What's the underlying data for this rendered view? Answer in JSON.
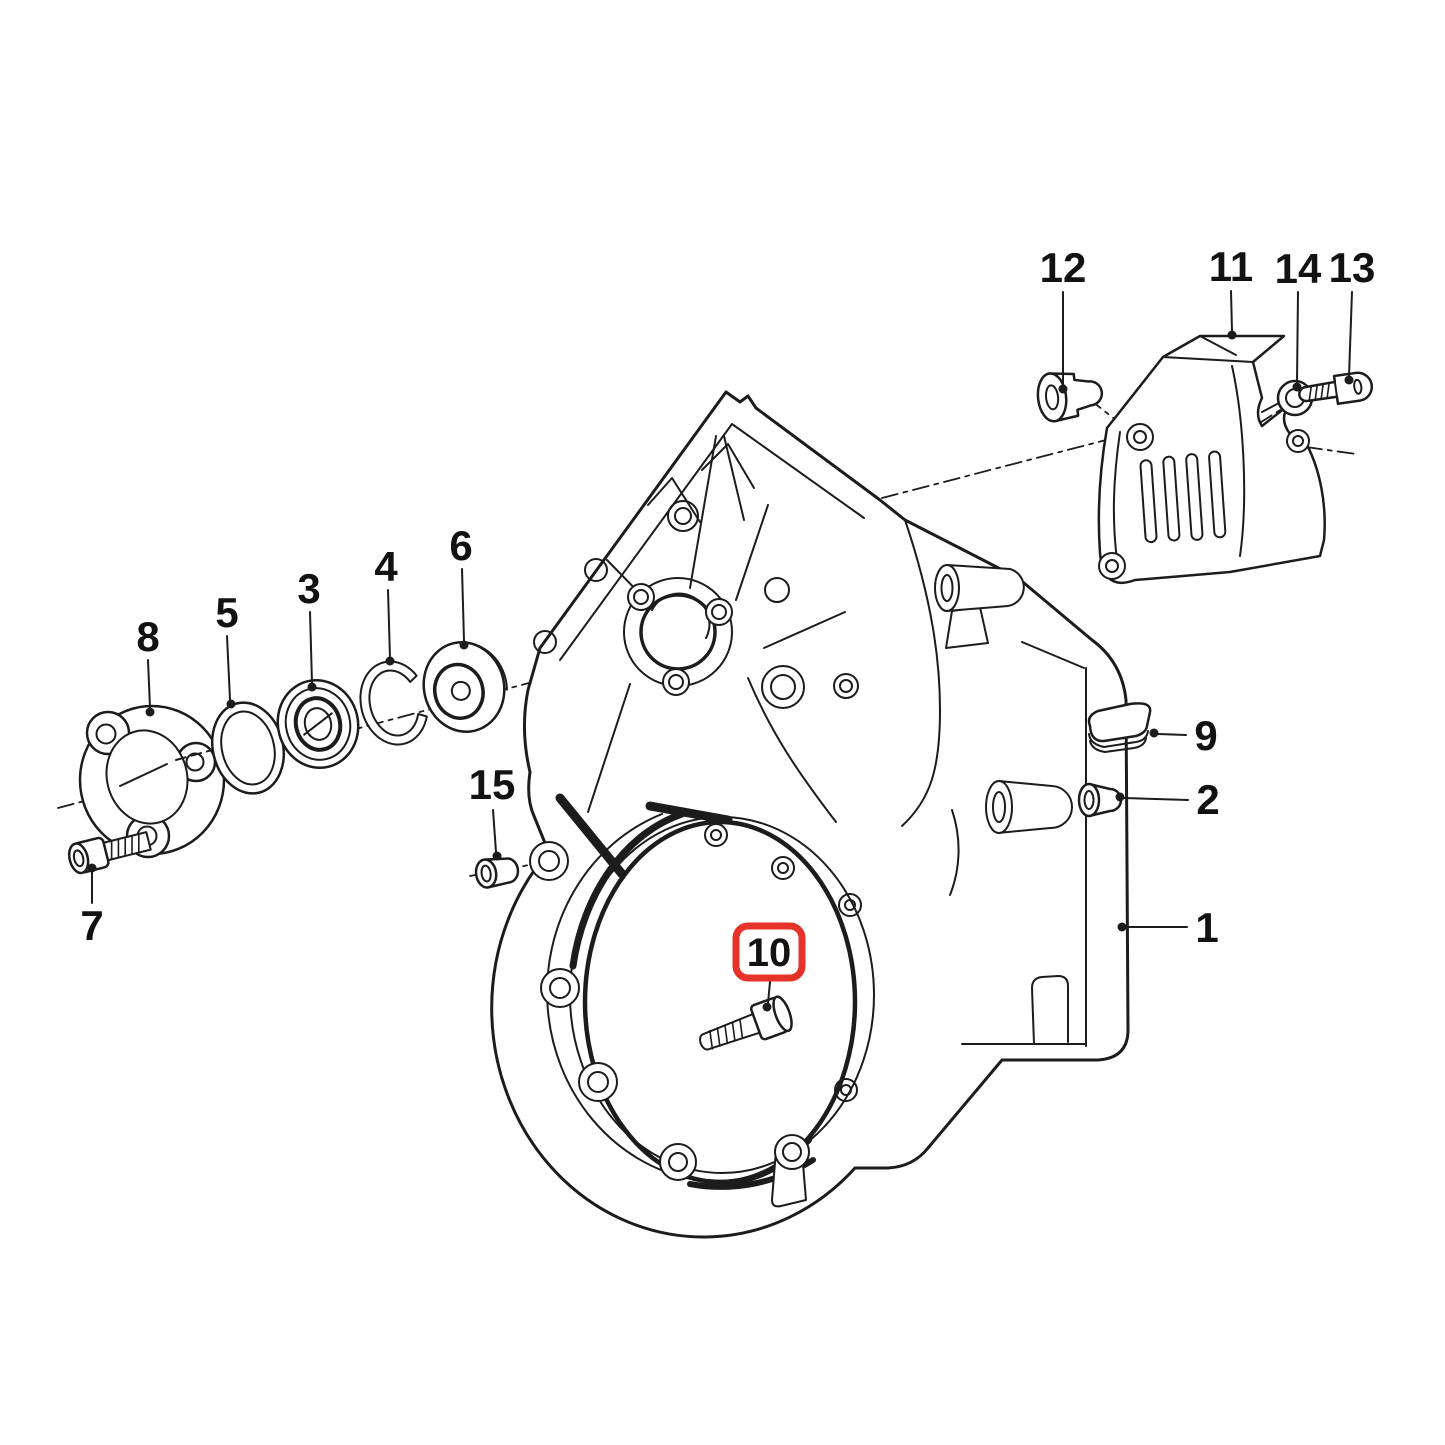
{
  "colors": {
    "background": "#ffffff",
    "ink": "#1c1c1c",
    "highlight": "#e5322b"
  },
  "callouts": {
    "c1": {
      "label": "1",
      "highlighted": false
    },
    "c2": {
      "label": "2",
      "highlighted": false
    },
    "c3": {
      "label": "3",
      "highlighted": false
    },
    "c4": {
      "label": "4",
      "highlighted": false
    },
    "c5": {
      "label": "5",
      "highlighted": false
    },
    "c6": {
      "label": "6",
      "highlighted": false
    },
    "c7": {
      "label": "7",
      "highlighted": false
    },
    "c8": {
      "label": "8",
      "highlighted": false
    },
    "c9": {
      "label": "9",
      "highlighted": false
    },
    "c10": {
      "label": "10",
      "highlighted": true
    },
    "c11": {
      "label": "11",
      "highlighted": false
    },
    "c12": {
      "label": "12",
      "highlighted": false
    },
    "c13": {
      "label": "13",
      "highlighted": false
    },
    "c14": {
      "label": "14",
      "highlighted": false
    },
    "c15": {
      "label": "15",
      "highlighted": false
    }
  }
}
